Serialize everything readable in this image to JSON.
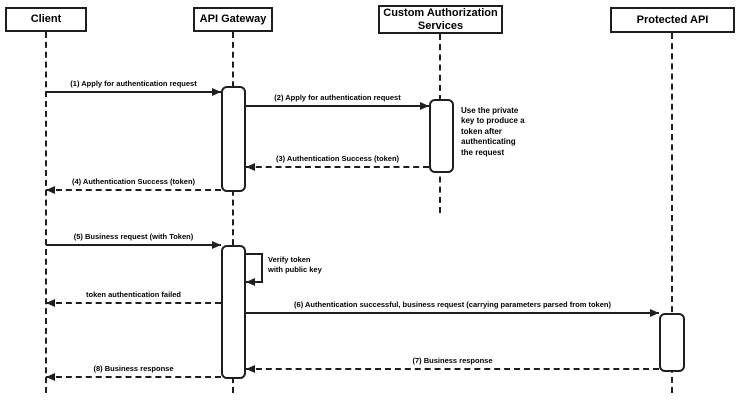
{
  "diagram_type": "sequence",
  "participants": [
    {
      "id": "client",
      "label": "Client"
    },
    {
      "id": "api-gateway",
      "label": "API Gateway"
    },
    {
      "id": "custom-authorization-services",
      "label": "Custom Authorization\nServices"
    },
    {
      "id": "protected-api",
      "label": "Protected API"
    }
  ],
  "messages": [
    {
      "label": "(1) Apply for authentication request",
      "from": "client",
      "to": "api-gateway",
      "line": "solid"
    },
    {
      "label": "(2) Apply for authentication request",
      "from": "api-gateway",
      "to": "custom-authorization-services",
      "line": "solid"
    },
    {
      "label": "(3) Authentication Success (token)",
      "from": "custom-authorization-services",
      "to": "api-gateway",
      "line": "dashed"
    },
    {
      "label": "(4) Authentication Success (token)",
      "from": "api-gateway",
      "to": "client",
      "line": "dashed"
    },
    {
      "label": "(5) Business request (with Token)",
      "from": "client",
      "to": "api-gateway",
      "line": "solid"
    },
    {
      "label": "Verify token\nwith public key",
      "from": "api-gateway",
      "to": "api-gateway",
      "line": "self"
    },
    {
      "label": "token authentication failed",
      "from": "api-gateway",
      "to": "client",
      "line": "dashed"
    },
    {
      "label": "(6) Authentication successful, business request (carrying parameters parsed from token)",
      "from": "api-gateway",
      "to": "protected-api",
      "line": "solid"
    },
    {
      "label": "(7) Business response",
      "from": "protected-api",
      "to": "api-gateway",
      "line": "dashed"
    },
    {
      "label": "(8) Business response",
      "from": "api-gateway",
      "to": "client",
      "line": "dashed"
    }
  ],
  "notes": [
    {
      "text": "Use the private\nkey to produce a\ntoken after\nauthenticating\nthe request",
      "attached_to": "custom-authorization-services"
    }
  ],
  "colors": {
    "stroke": "#1f1f1f",
    "fill": "#ffffff",
    "background": "#ffffff"
  }
}
